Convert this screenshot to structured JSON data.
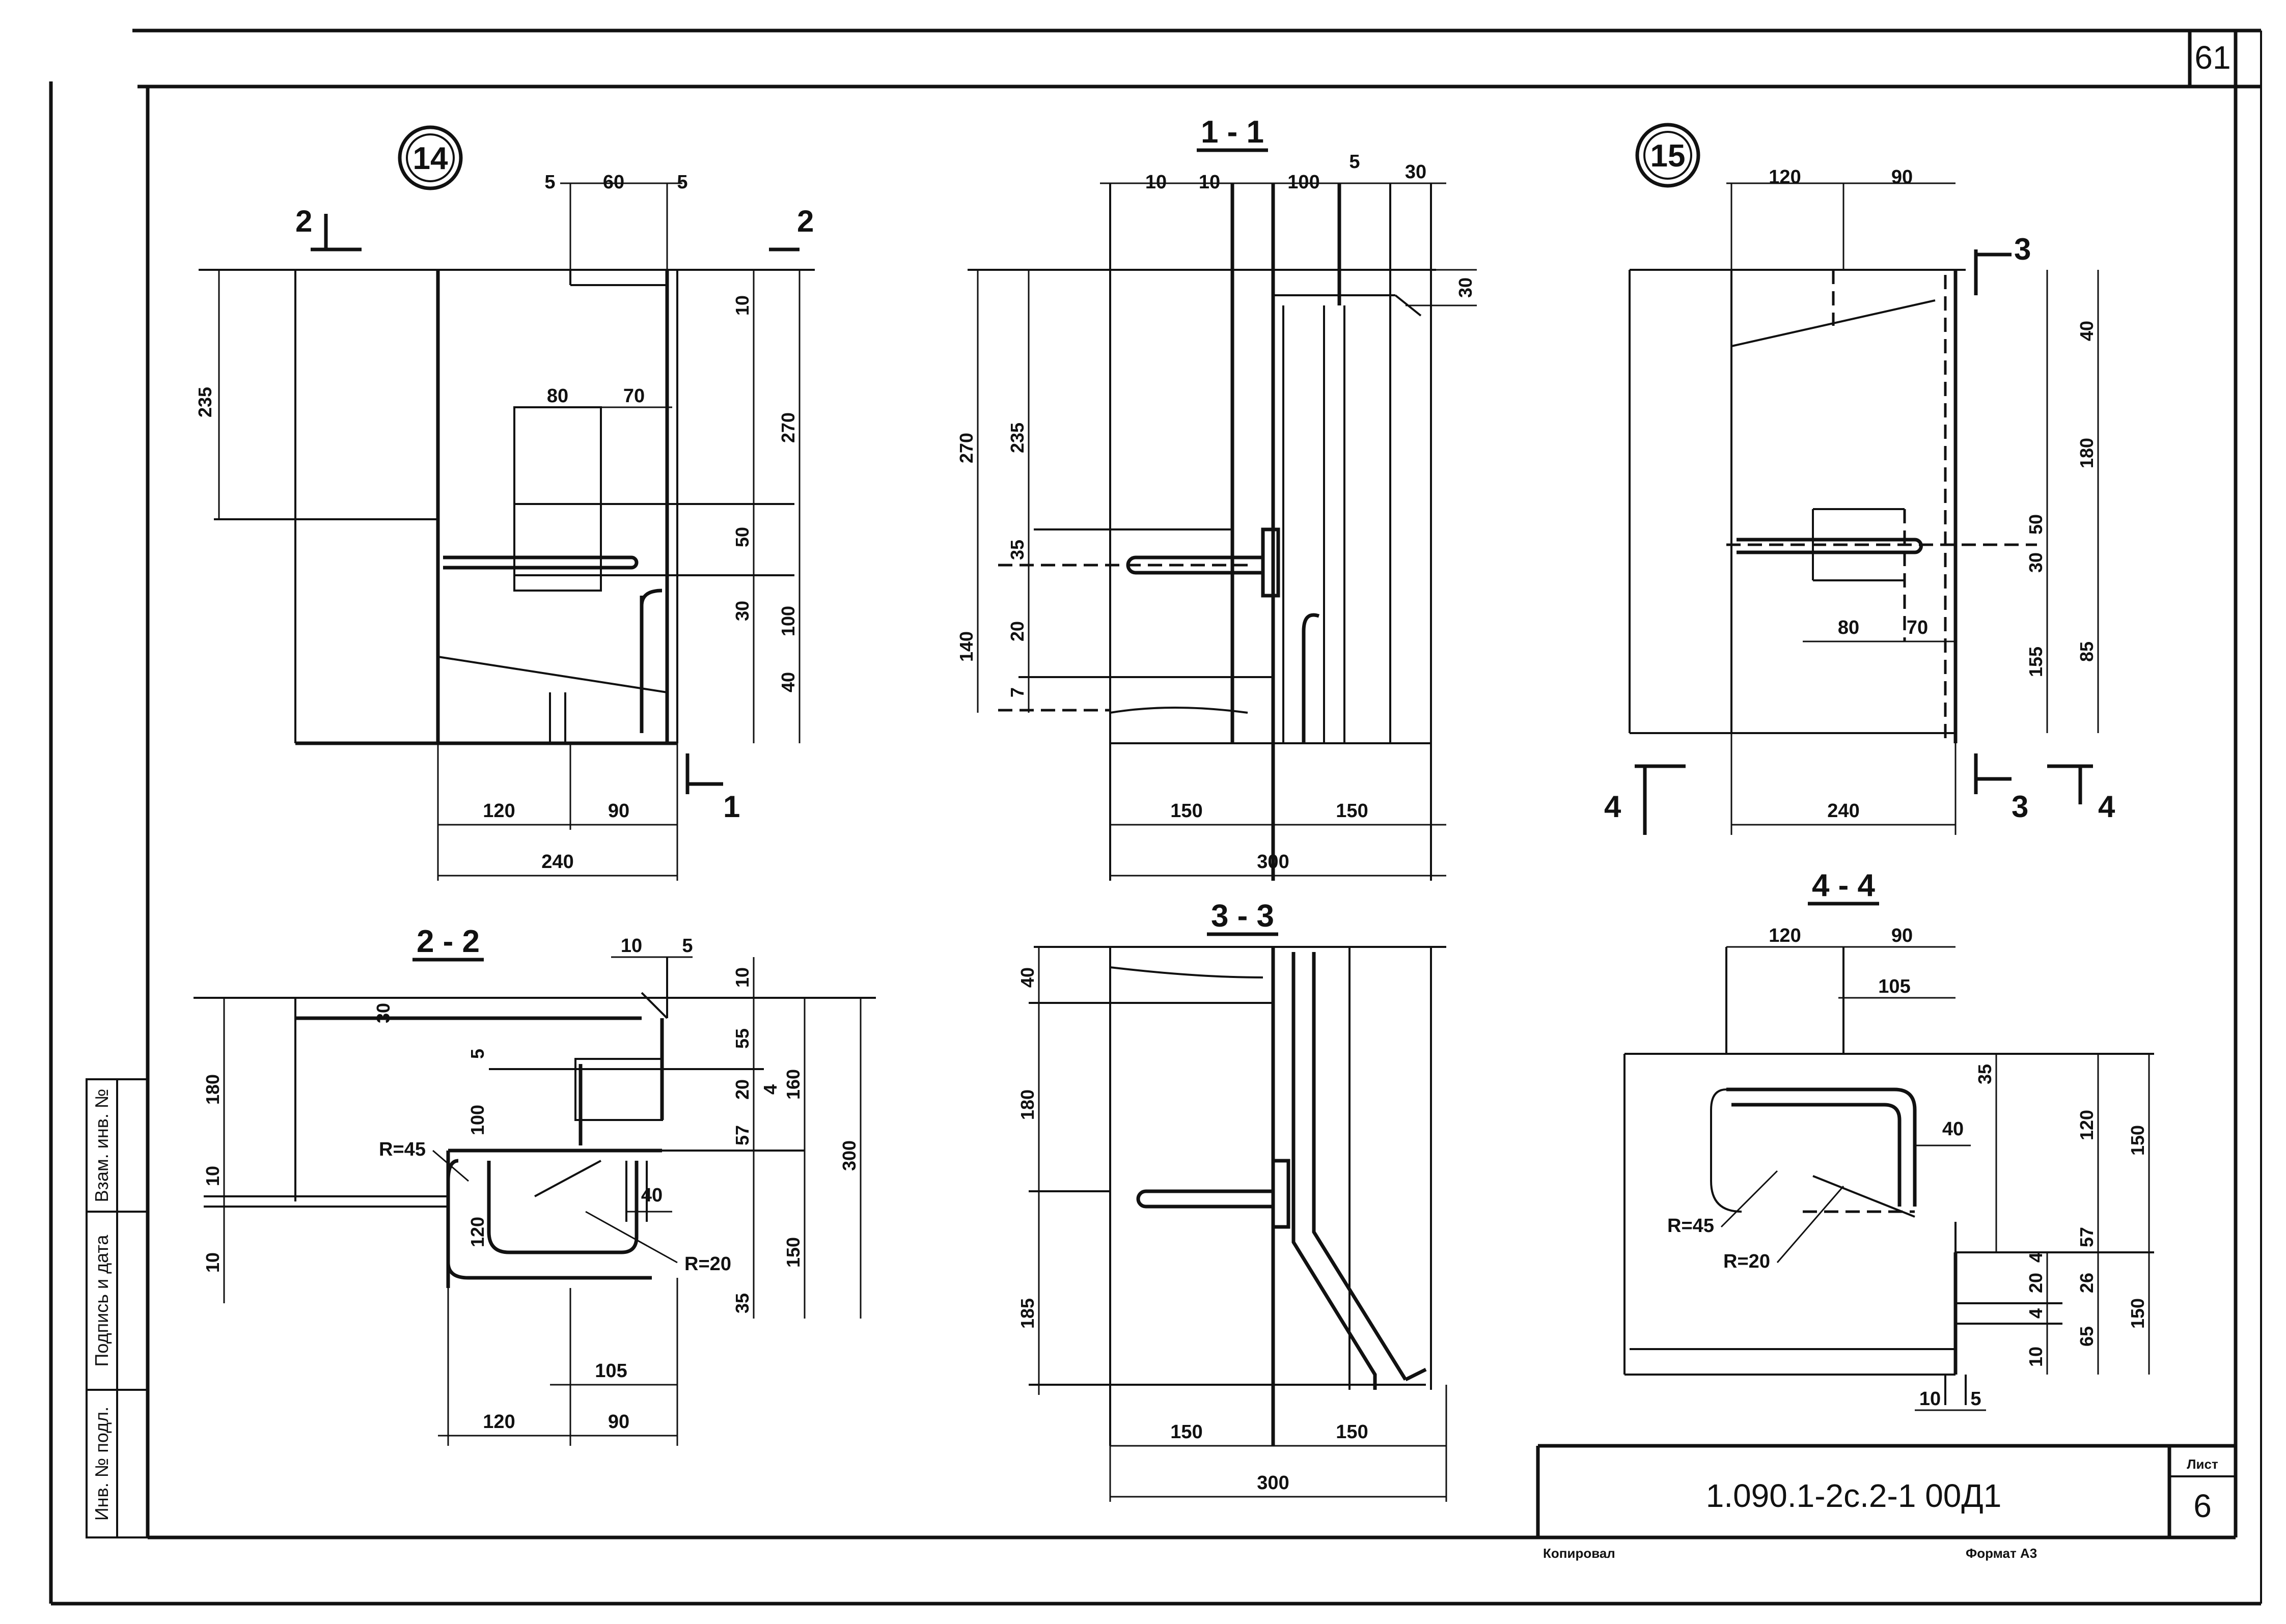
{
  "sheet_number_top": "61",
  "details": {
    "d14": {
      "callout": "14",
      "dims": {
        "top_5a": "5",
        "top_60": "60",
        "top_5b": "5",
        "d80": "80",
        "d70": "70",
        "d235": "235",
        "d270": "270",
        "d10": "10",
        "d50": "50",
        "d30": "30",
        "d100": "100",
        "d40": "40",
        "b120": "120",
        "b90": "90",
        "b240": "240"
      },
      "cut_2": "2",
      "cut_1": "1"
    },
    "s11": {
      "title": "1 - 1",
      "dims": {
        "t10a": "10",
        "t10b": "10",
        "t100": "100",
        "t5": "5",
        "t30": "30",
        "r30": "30",
        "l270": "270",
        "l235": "235",
        "l35": "35",
        "l140": "140",
        "l20": "20",
        "l7": "7",
        "b150a": "150",
        "b150b": "150",
        "b300": "300"
      }
    },
    "d15": {
      "callout": "15",
      "dims": {
        "t120": "120",
        "t90": "90",
        "r40": "40",
        "r180": "180",
        "r50": "50",
        "r30": "30",
        "r155": "155",
        "r85": "85",
        "m80": "80",
        "m70": "70",
        "b240": "240"
      },
      "cut_3": "3",
      "cut_4": "4"
    },
    "s22": {
      "title": "2 - 2",
      "dims": {
        "t10": "10",
        "t5": "5",
        "d30": "30",
        "d5": "5",
        "d100": "100",
        "l180": "180",
        "l10": "10",
        "l10b": "10",
        "d120": "120",
        "r10": "10",
        "r55": "55",
        "r20": "20",
        "r4": "4",
        "r57": "57",
        "r35": "35",
        "r160": "160",
        "r150": "150",
        "r300": "300",
        "d40": "40",
        "d105": "105",
        "b120": "120",
        "b90": "90"
      },
      "r45": "R=45",
      "r20": "R=20"
    },
    "s33": {
      "title": "3 - 3",
      "dims": {
        "l40": "40",
        "l180": "180",
        "l185": "185",
        "b150a": "150",
        "b150b": "150",
        "b300": "300"
      }
    },
    "s44": {
      "title": "4 - 4",
      "dims": {
        "t120": "120",
        "t90": "90",
        "t105": "105",
        "r35": "35",
        "r40": "40",
        "r120": "120",
        "r150": "150",
        "r4": "4",
        "r57": "57",
        "r20": "20",
        "r26": "26",
        "r4b": "4",
        "r65": "65",
        "r10": "10",
        "r150b": "150",
        "b10": "10",
        "b5": "5"
      },
      "r45": "R=45",
      "r20": "R=20"
    }
  },
  "stamp": {
    "col_labels": [
      "Взам. инв. №",
      "Подпись и дата",
      "Инв. № подл."
    ],
    "designation": "1.090.1-2с.2-1    00Д1",
    "sheet_label": "Лист",
    "sheet_value": "6",
    "copied": "Копировал",
    "format": "Формат А3"
  }
}
